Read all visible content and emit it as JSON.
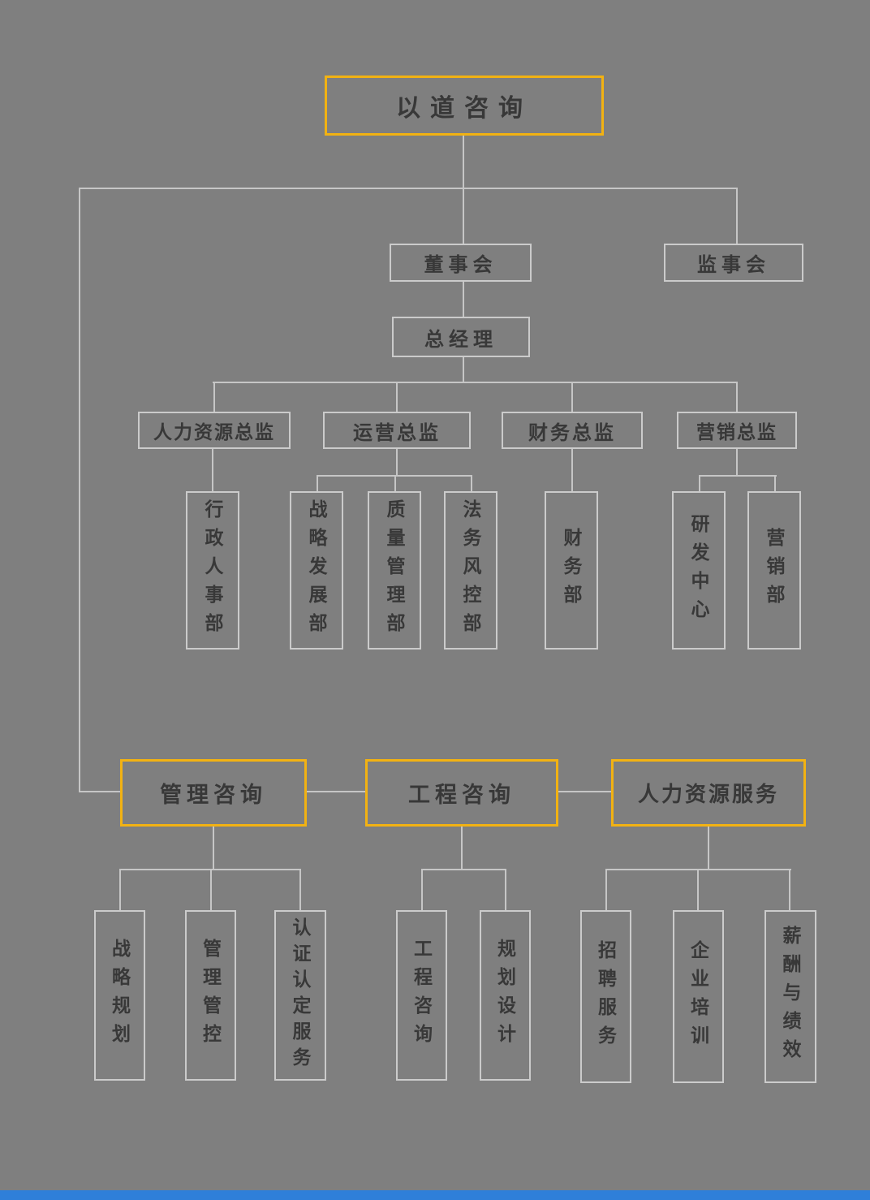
{
  "colors": {
    "background": "#7f7f7f",
    "line": "#c6c6c6",
    "box_border": "#cbcbcb",
    "highlight_border": "#f2b212",
    "text": "#383838",
    "bottom_strip": "#2f7fd9"
  },
  "nodes": {
    "root": "以道咨询",
    "board": "董事会",
    "supervisory": "监事会",
    "general_manager": "总经理",
    "directors": [
      {
        "label": "人力资源总监"
      },
      {
        "label": "运营总监"
      },
      {
        "label": "财务总监"
      },
      {
        "label": "营销总监"
      }
    ],
    "departments": [
      {
        "label": "行政人事部"
      },
      {
        "label": "战略发展部"
      },
      {
        "label": "质量管理部"
      },
      {
        "label": "法务风控部"
      },
      {
        "label": "财务部"
      },
      {
        "label": "研发中心"
      },
      {
        "label": "营销部"
      }
    ],
    "business_units": [
      {
        "label": "管理咨询"
      },
      {
        "label": "工程咨询"
      },
      {
        "label": "人力资源服务"
      }
    ],
    "services": [
      {
        "label": "战略规划"
      },
      {
        "label": "管理管控"
      },
      {
        "label": "认证认定服务"
      },
      {
        "label": "工程咨询"
      },
      {
        "label": "规划设计"
      },
      {
        "label": "招聘服务"
      },
      {
        "label": "企业培训"
      },
      {
        "label": "薪酬与绩效"
      }
    ]
  }
}
